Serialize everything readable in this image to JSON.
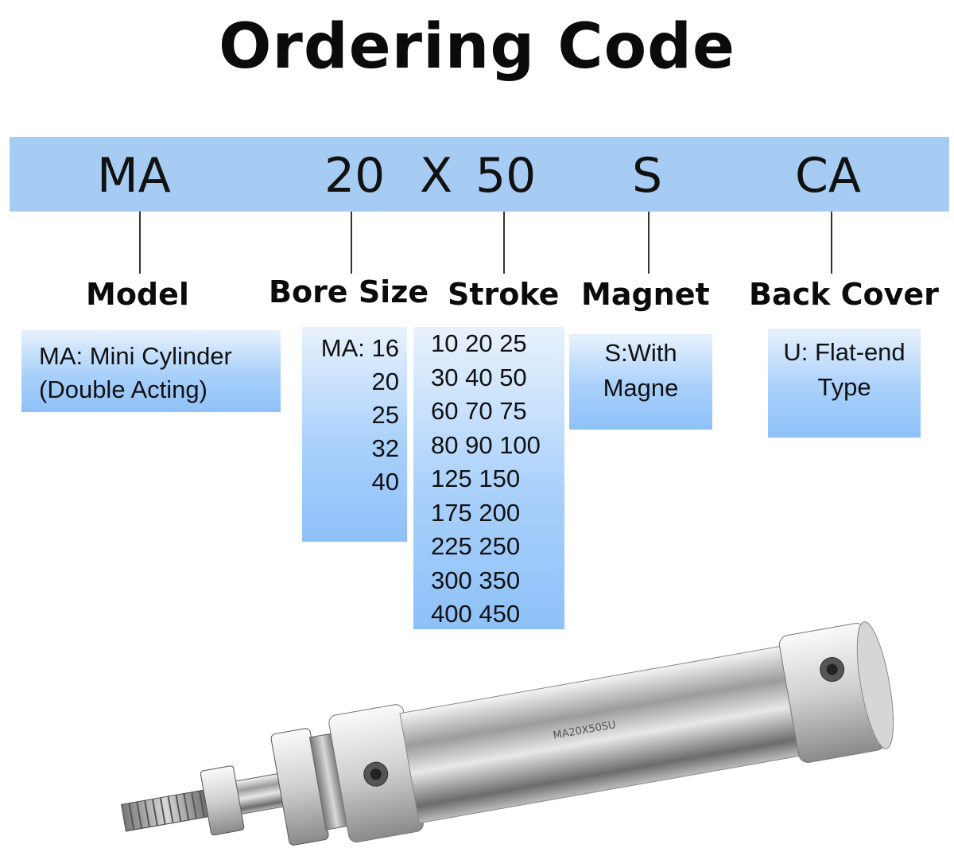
{
  "title": "Ordering Code",
  "code": {
    "model": "MA",
    "bore": "20",
    "separator": "X",
    "stroke": "50",
    "magnet": "S",
    "back_cover": "CA"
  },
  "headings": {
    "model": "Model",
    "bore": "Bore Size",
    "stroke": "Stroke",
    "magnet": "Magnet",
    "back_cover": "Back Cover"
  },
  "model_desc": [
    "MA: Mini Cylinder",
    "(Double Acting)"
  ],
  "bore_sizes": [
    "MA: 16",
    "20",
    "25",
    "32",
    "40"
  ],
  "strokes": [
    "10 20 25",
    "30 40 50",
    "60 70 75",
    "80 90 100",
    "125 150",
    "175 200",
    "225 250",
    "300 350",
    "400 450"
  ],
  "magnet_desc": [
    "S:With",
    "Magne"
  ],
  "back_cover_desc": [
    "U: Flat-end",
    "Type"
  ],
  "product_marking": "MA20X50SU",
  "colors": {
    "code_bar": "#a7ccf3",
    "option_box": "#a9d0fb"
  }
}
